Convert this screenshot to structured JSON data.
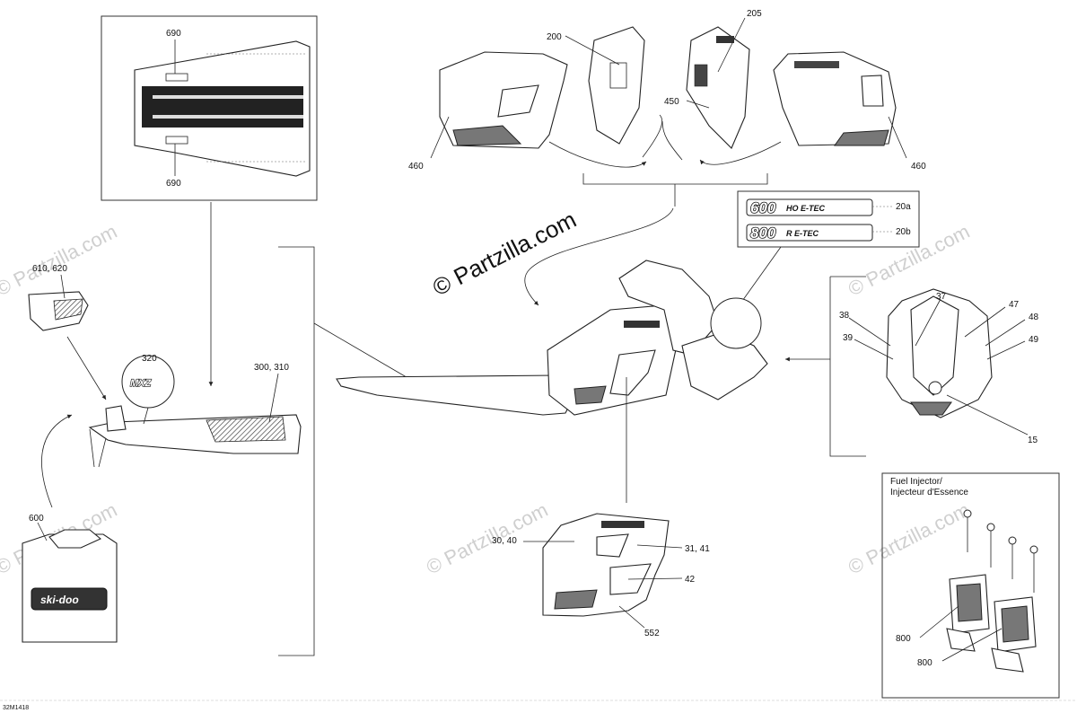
{
  "watermark": {
    "main": "© Partzilla.com",
    "repeat": "© Partzilla.com"
  },
  "drawing_code": "32M1418",
  "callouts": {
    "c690a": "690",
    "c690b": "690",
    "c200": "200",
    "c205": "205",
    "c450": "450",
    "c460a": "460",
    "c460b": "460",
    "c20a": "20a",
    "c20b": "20b",
    "c610": "610, 620",
    "c320": "320",
    "c300": "300, 310",
    "c600": "600",
    "c37": "37",
    "c38": "38",
    "c39": "39",
    "c47": "47",
    "c48": "48",
    "c49": "49",
    "c15": "15",
    "c3040": "30, 40",
    "c3141": "31, 41",
    "c42": "42",
    "c552": "552",
    "c800a": "800",
    "c800b": "800"
  },
  "decals": {
    "d600": "600",
    "d600_sub": "HO E-TEC",
    "d800": "800",
    "d800_sub": "R E-TEC",
    "skidoo": "ski-doo",
    "mxz": "MXZ"
  },
  "fuel_injector": {
    "line1": "Fuel Injector/",
    "line2": "Injecteur d'Essence"
  }
}
